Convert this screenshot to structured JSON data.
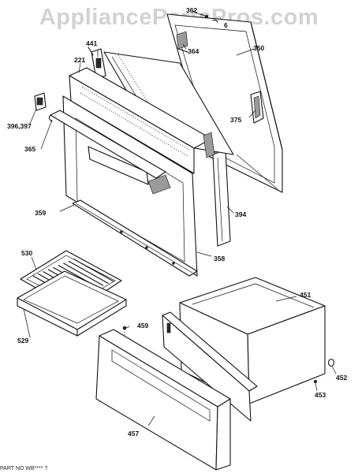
{
  "watermark": "AppliancePartsPros.com",
  "footer_text": "PART NO WB**** ?",
  "part_callouts": [
    {
      "id": "362",
      "label": "362"
    },
    {
      "id": "6",
      "label": "6"
    },
    {
      "id": "441",
      "label": "441"
    },
    {
      "id": "350",
      "label": "350"
    },
    {
      "id": "221",
      "label": "221"
    },
    {
      "id": "364",
      "label": "364"
    },
    {
      "id": "396",
      "label": "396,397"
    },
    {
      "id": "375",
      "label": "375"
    },
    {
      "id": "365",
      "label": "365"
    },
    {
      "id": "359",
      "label": "359"
    },
    {
      "id": "394",
      "label": "394"
    },
    {
      "id": "358",
      "label": "358"
    },
    {
      "id": "530",
      "label": "530"
    },
    {
      "id": "451",
      "label": "451"
    },
    {
      "id": "459",
      "label": "459"
    },
    {
      "id": "529",
      "label": "529"
    },
    {
      "id": "452",
      "label": "452"
    },
    {
      "id": "453",
      "label": "453"
    },
    {
      "id": "457",
      "label": "457"
    }
  ]
}
